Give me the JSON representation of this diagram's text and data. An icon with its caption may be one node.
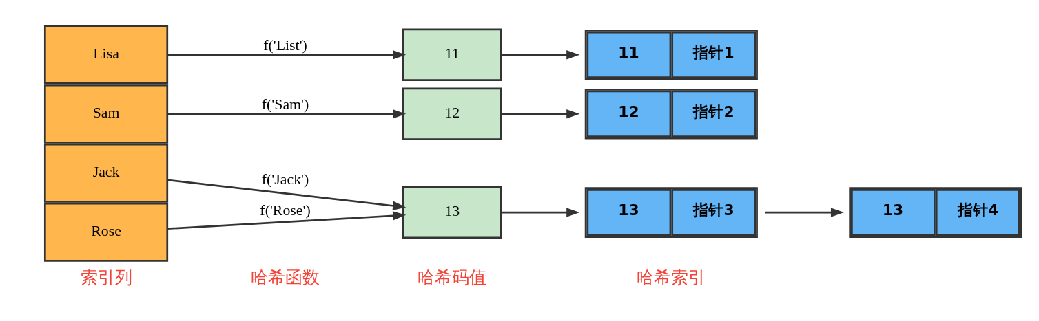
{
  "diagram": {
    "nodes": [
      {
        "text": [
          "Lisa"
        ]
      },
      {
        "text": [
          "Sam"
        ]
      },
      {
        "text": [
          "Jack"
        ]
      },
      {
        "text": [
          "Rose"
        ]
      },
      {
        "text": [
          "11"
        ]
      },
      {
        "text": [
          "12"
        ]
      },
      {
        "text": [
          "13"
        ]
      },
      {
        "text": [
          "11",
          "指针1"
        ]
      },
      {
        "text": [
          "12",
          "指针2"
        ]
      },
      {
        "text": [
          "13",
          "指针3"
        ]
      },
      {
        "text": [
          "13",
          "指针4"
        ]
      }
    ],
    "edges": [
      {
        "from": 0,
        "to": 4,
        "arrow": "to",
        "label": "f('List')"
      },
      {
        "from": 1,
        "to": 5,
        "arrow": "to",
        "label": "f('Sam')"
      },
      {
        "from": 2,
        "to": 6,
        "arrow": "to",
        "label": "f('Jack')"
      },
      {
        "from": 3,
        "to": 6,
        "arrow": "to",
        "label": "f('Rose')"
      },
      {
        "from": 4,
        "to": 7,
        "arrow": "to"
      },
      {
        "from": 5,
        "to": 8,
        "arrow": "to"
      },
      {
        "from": 6,
        "to": 9,
        "arrow": "to"
      },
      {
        "from": 9,
        "to": 10,
        "arrow": "to"
      }
    ],
    "labels": [
      "索引列",
      "哈希函数",
      "哈希码值",
      "哈希索引"
    ]
  }
}
